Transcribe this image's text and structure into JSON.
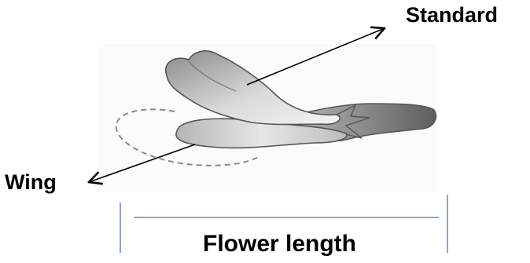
{
  "labels": {
    "standard": "Standard",
    "wing": "Wing",
    "flower_length": "Flower length"
  },
  "colors": {
    "outline": "#555555",
    "dimension_line": "#8fa6cc",
    "arrow": "#000000"
  }
}
